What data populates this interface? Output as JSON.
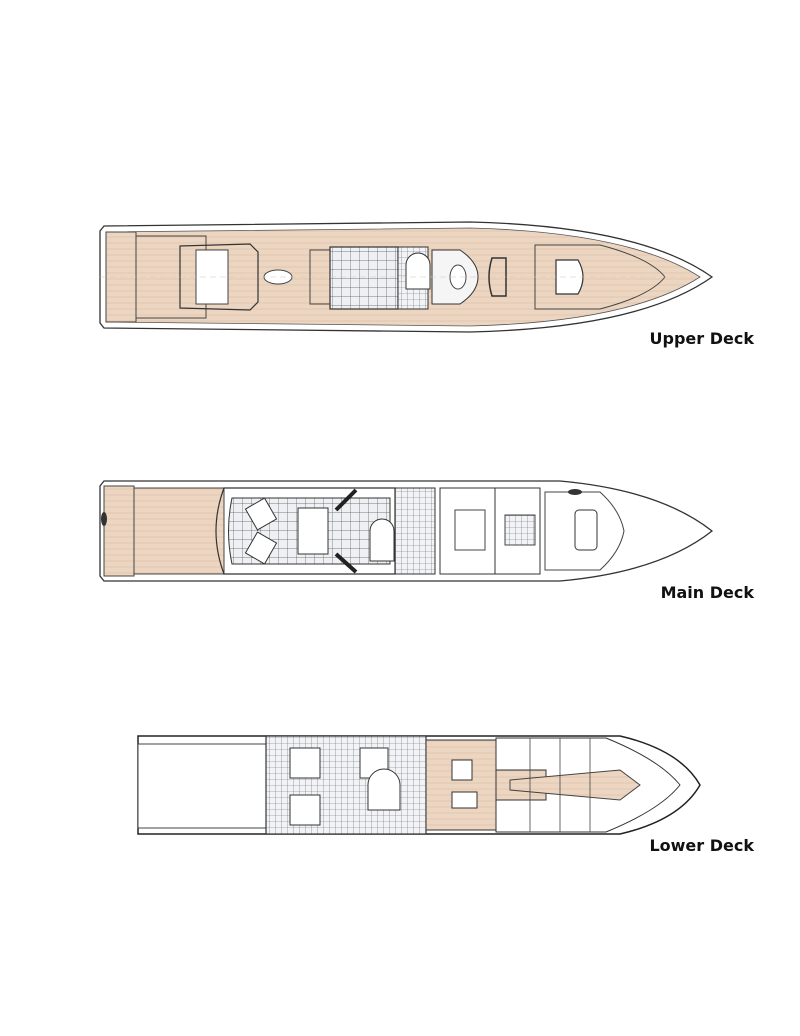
{
  "decks": [
    {
      "label": "Upper Deck"
    },
    {
      "label": "Main Deck"
    },
    {
      "label": "Lower Deck"
    }
  ],
  "colors": {
    "wood": "#ead3bd",
    "line": "#333333",
    "tile": "#e9ecf1"
  }
}
